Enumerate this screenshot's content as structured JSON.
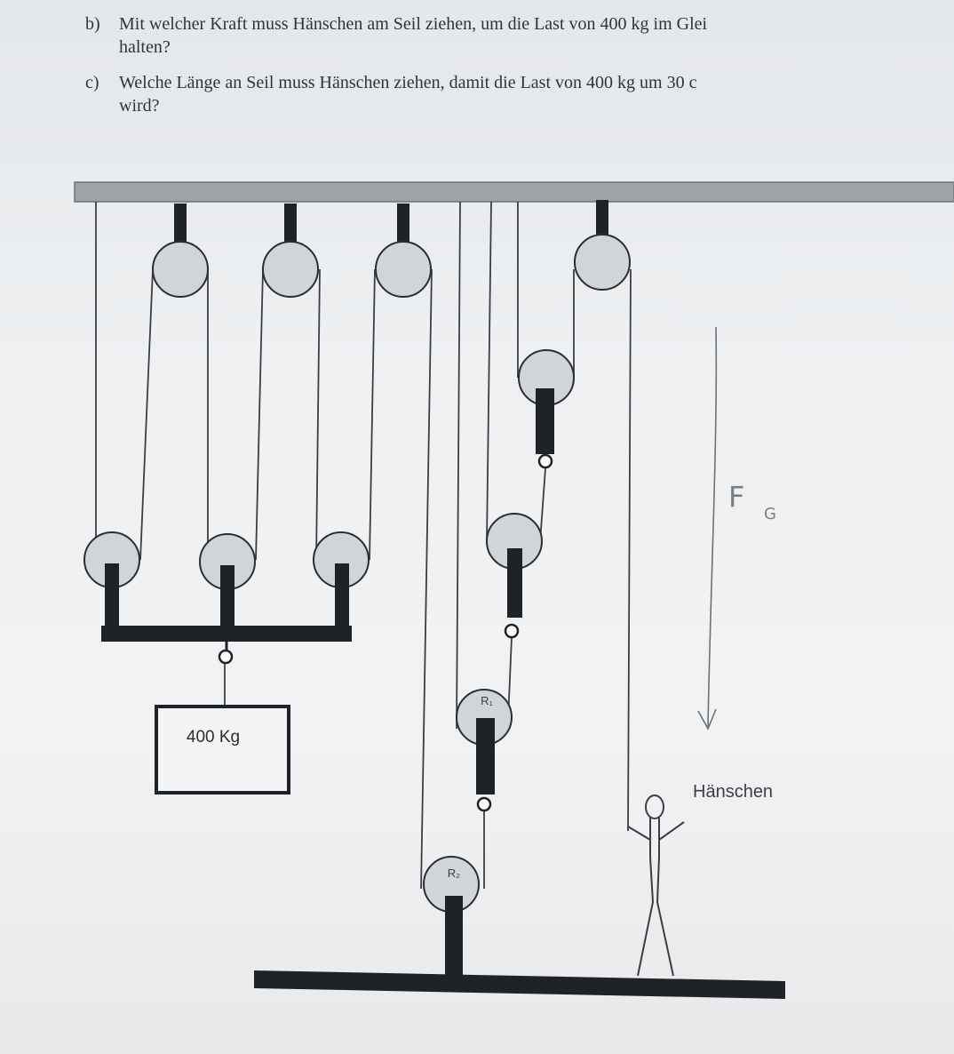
{
  "questions": [
    {
      "label": "b)",
      "line1": "Mit welcher Kraft muss Hänschen am Seil ziehen, um die Last von 400 kg im Glei",
      "line2": "halten?"
    },
    {
      "label": "c)",
      "line1": "Welche Länge an Seil muss Hänschen ziehen, damit die Last von 400 kg um 30 c",
      "line2": "wird?"
    }
  ],
  "diagram": {
    "load_label": "400 Kg",
    "person_label": "Hänschen",
    "pulley_r1_label": "R₁",
    "pulley_r2_label": "R₂",
    "force_label": "F",
    "force_subscript": "G"
  },
  "colors": {
    "ink": "#1f2226",
    "pulley_fill": "#d2d5d8",
    "bar_fill": "#9ea3a8"
  }
}
